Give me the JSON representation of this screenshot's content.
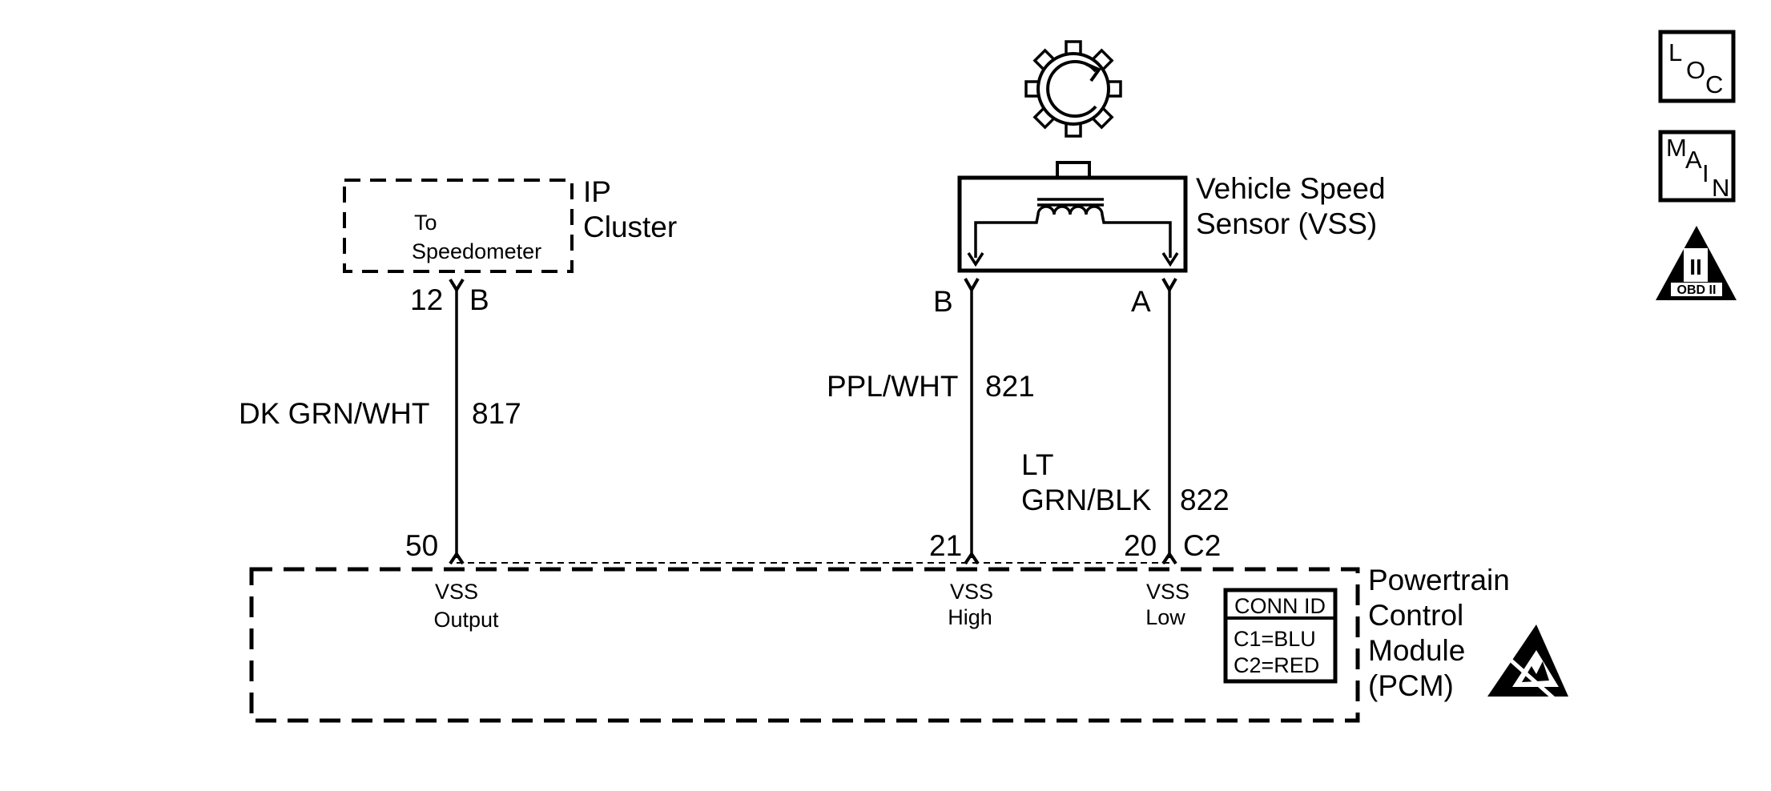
{
  "ip_cluster": {
    "title_lines": [
      "IP",
      "Cluster"
    ],
    "inner_lines": [
      "To",
      "Speedometer"
    ],
    "pin_number": "12",
    "connector_letter": "B"
  },
  "vss": {
    "title_lines": [
      "Vehicle Speed",
      "Sensor (VSS)"
    ],
    "pin_b": "B",
    "pin_a": "A"
  },
  "wires": {
    "w817": {
      "color": "DK GRN/WHT",
      "circuit": "817"
    },
    "w821": {
      "color": "PPL/WHT",
      "circuit": "821"
    },
    "w822": {
      "color_lines": [
        "LT",
        "GRN/BLK"
      ],
      "circuit": "822"
    }
  },
  "pcm": {
    "title_lines": [
      "Powertrain",
      "Control",
      "Module",
      "(PCM)"
    ],
    "connector": "C2",
    "pins": {
      "output": {
        "number": "50",
        "lines": [
          "VSS",
          "Output"
        ]
      },
      "high": {
        "number": "21",
        "lines": [
          "VSS",
          "High"
        ]
      },
      "low": {
        "number": "20",
        "lines": [
          "VSS",
          "Low"
        ]
      }
    },
    "conn_id": {
      "header": "CONN ID",
      "rows": [
        "C1=BLU",
        "C2=RED"
      ]
    }
  },
  "badges": {
    "loc": [
      "L",
      "O",
      "C"
    ],
    "main": [
      "M",
      "A",
      "I",
      "N"
    ],
    "obd": {
      "numeral": "II",
      "label": "OBD II"
    }
  }
}
